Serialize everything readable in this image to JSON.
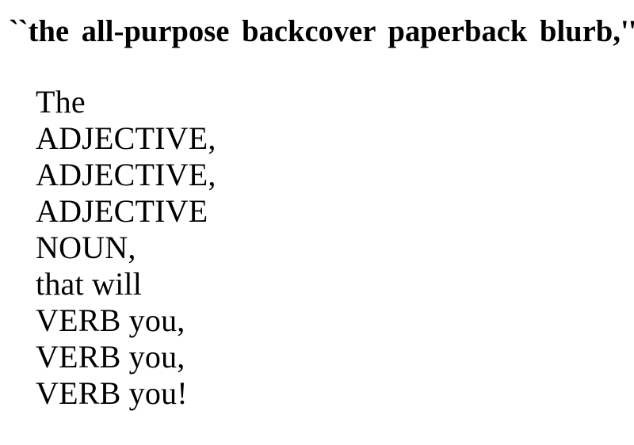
{
  "document": {
    "background_color": "#ffffff",
    "text_color": "#000000",
    "heading": {
      "open_quote": "``",
      "text": "the all-purpose backcover paperback blurb",
      "close_punctuation": ",",
      "close_quote": "''",
      "full_text": "``the all-purpose backcover paperback blurb,''"
    },
    "verse": {
      "lines": [
        {
          "text": "The"
        },
        {
          "text": "ADJECTIVE,"
        },
        {
          "text": "ADJECTIVE,"
        },
        {
          "text": "ADJECTIVE"
        },
        {
          "text": "NOUN,"
        },
        {
          "text": "that will"
        },
        {
          "text": "VERB you,"
        },
        {
          "text": "VERB you,"
        },
        {
          "text": "VERB you!"
        }
      ]
    }
  }
}
